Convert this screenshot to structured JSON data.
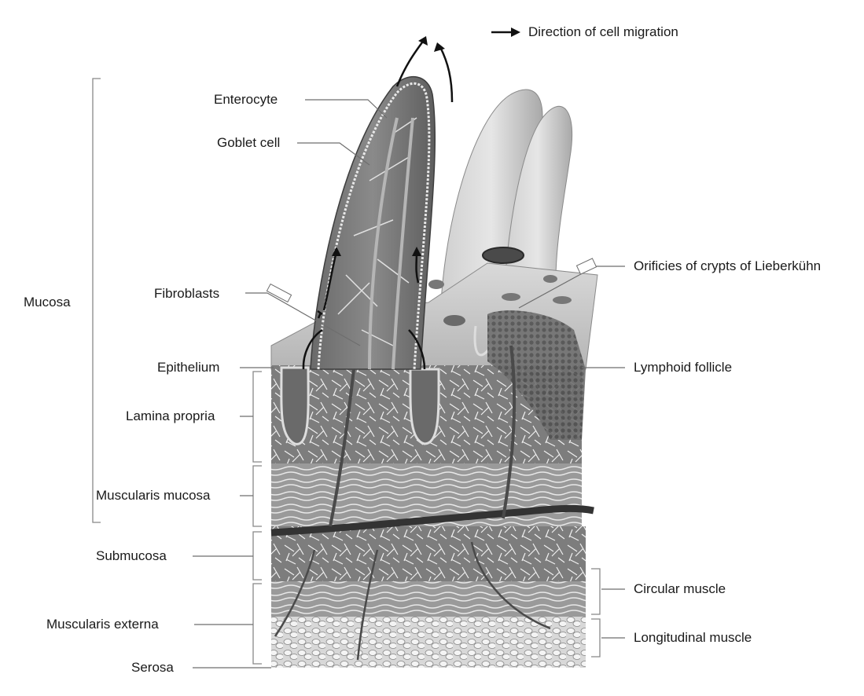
{
  "legend": {
    "arrow_text": "Direction of cell migration"
  },
  "labels": {
    "enterocyte": "Enterocyte",
    "goblet_cell": "Goblet cell",
    "mucosa": "Mucosa",
    "fibroblasts": "Fibroblasts",
    "epithelium": "Epithelium",
    "lamina_propria": "Lamina propria",
    "muscularis_mucosa": "Muscularis mucosa",
    "submucosa": "Submucosa",
    "muscularis_externa": "Muscularis externa",
    "serosa": "Serosa",
    "orificies_crypts": "Orificies of crypts of Lieberkühn",
    "lymphoid_follicle": "Lymphoid follicle",
    "circular_muscle": "Circular muscle",
    "longitudinal_muscle": "Longitudinal muscle"
  },
  "colors": {
    "tissue_dark": "#5a5a5a",
    "tissue_mid": "#8c8c8c",
    "tissue_light": "#bdbdbd",
    "leader_line": "#6e6e6e",
    "text": "#1a1a1a"
  }
}
